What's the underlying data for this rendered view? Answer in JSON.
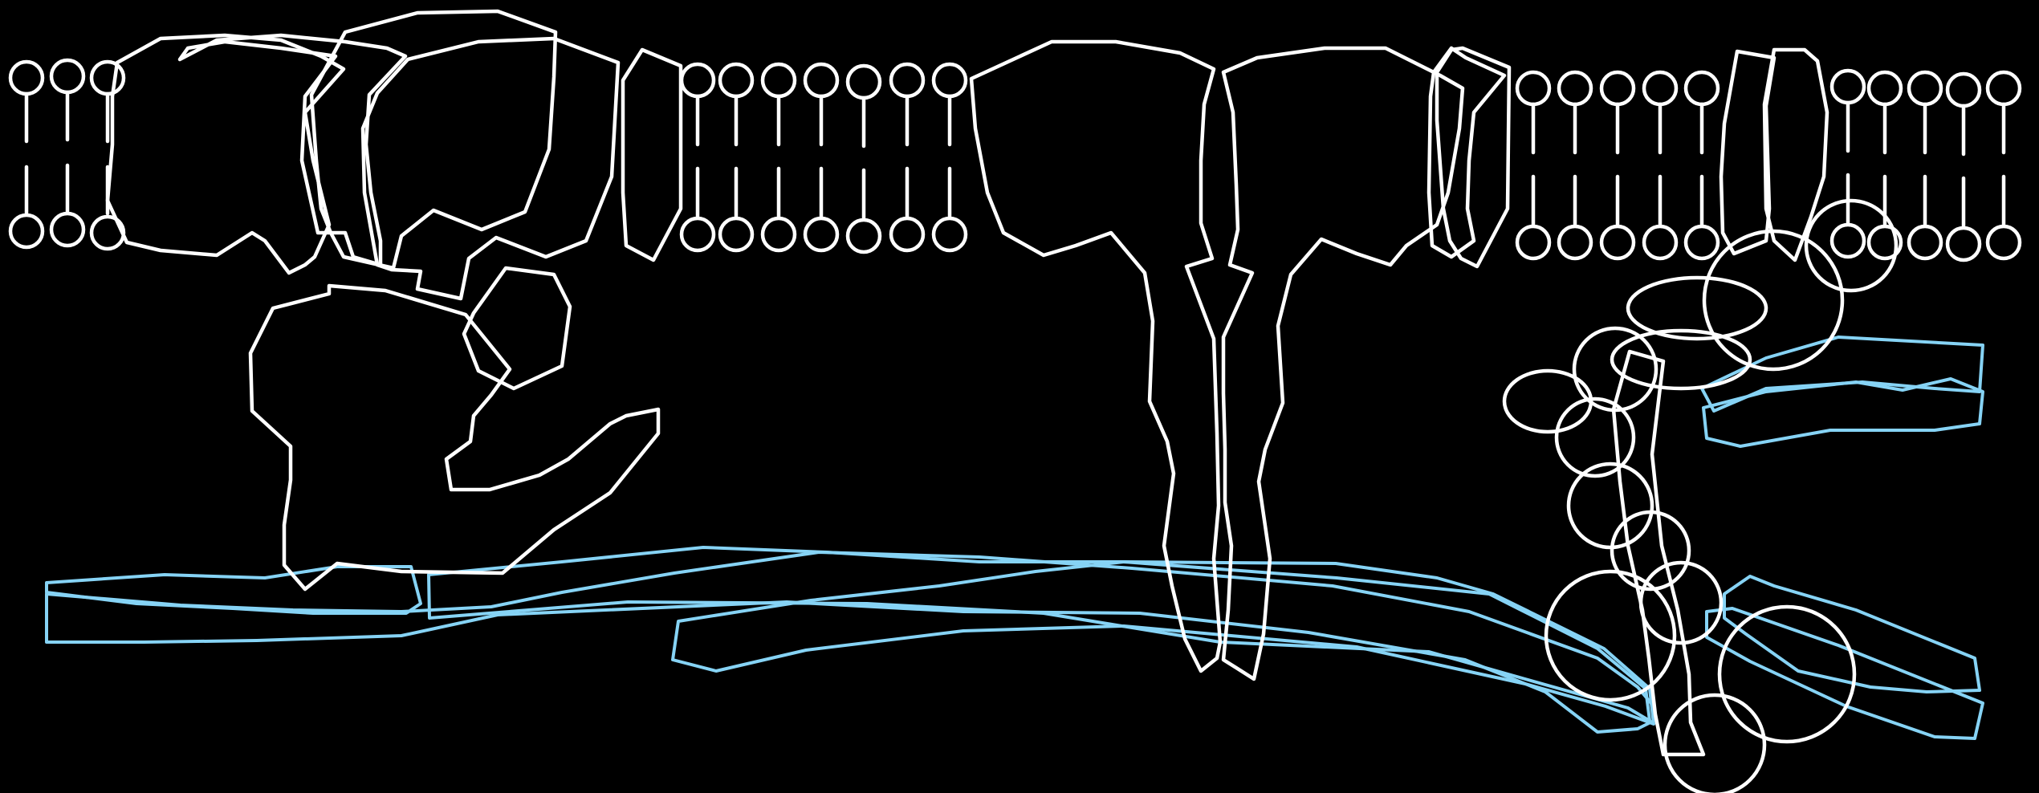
{
  "diagram": {
    "background_color": "#000000",
    "outline_color": "#ffffff",
    "filament_color": "#86d3f5",
    "components": [
      "lipid-bilayer",
      "transmembrane-protein-complex-left",
      "transmembrane-protein-center",
      "transmembrane-protein-right",
      "beaded-chain-complex",
      "cytoskeletal-filaments"
    ]
  }
}
